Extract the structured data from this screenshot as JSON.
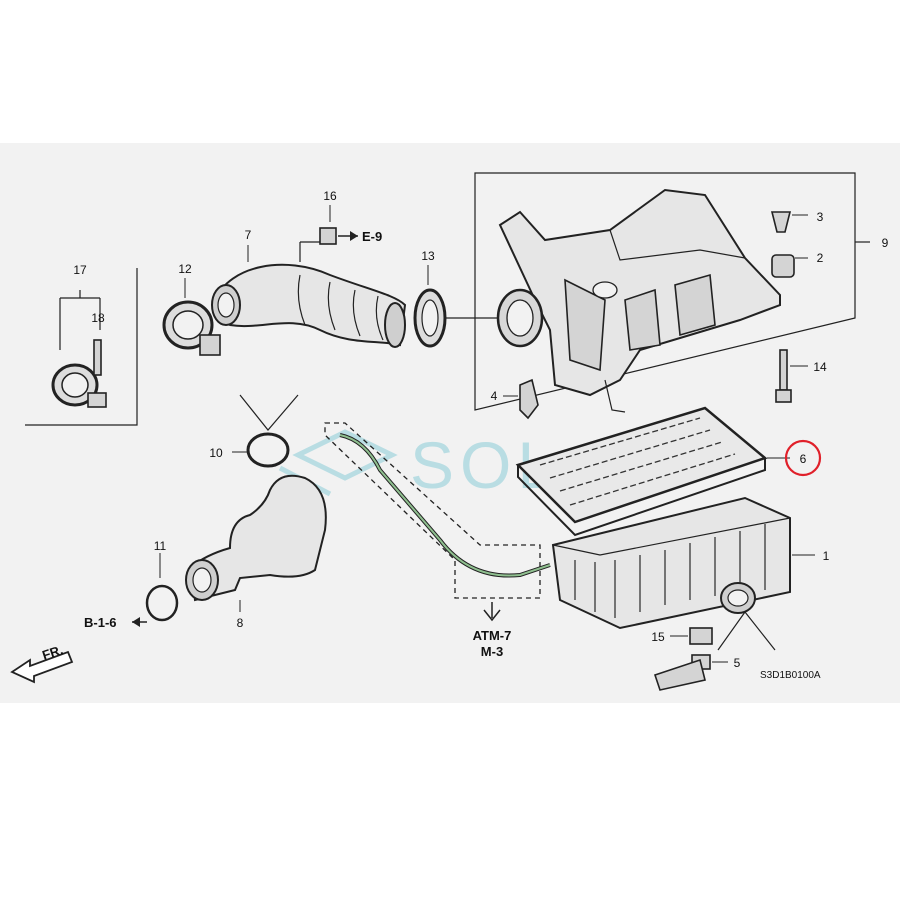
{
  "diagram": {
    "watermark": "SOL",
    "drawing_code": "S3D1B0100A",
    "direction_label": "FR.",
    "highlighted_part": "6",
    "references": {
      "e9": "E-9",
      "b16": "B-1-6",
      "atm7": "ATM-7",
      "m3": "M-3"
    },
    "callouts": {
      "c1": "1",
      "c2": "2",
      "c3": "3",
      "c4": "4",
      "c5": "5",
      "c6": "6",
      "c7": "7",
      "c8": "8",
      "c9": "9",
      "c10": "10",
      "c11": "11",
      "c12": "12",
      "c13": "13",
      "c14": "14",
      "c15": "15",
      "c16": "16",
      "c17": "17",
      "c18": "18"
    }
  }
}
